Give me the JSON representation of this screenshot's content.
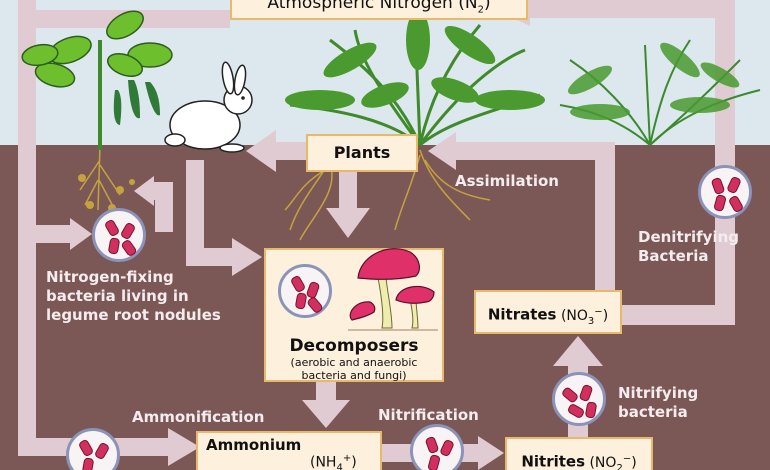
{
  "boxes": {
    "atmospheric": {
      "line1": "Atmospheric Nitrogen",
      "formula_base": "(N",
      "formula_sub": "2",
      "formula_close": ")"
    },
    "plants": "Plants",
    "decomposers": {
      "title": "Decomposers",
      "note_line1": "(aerobic and anaerobic",
      "note_line2": "bacteria and fungi)"
    },
    "ammonium": {
      "name": "Ammonium",
      "formula_base": "(NH",
      "formula_sub": "4",
      "formula_sup": "+",
      "formula_close": ")"
    },
    "nitrates": {
      "name": "Nitrates",
      "formula_base": "(NO",
      "formula_sub": "3",
      "formula_sup": "−",
      "formula_close": ")"
    },
    "nitrites": {
      "name": "Nitrites",
      "formula_base": "(NO",
      "formula_sub": "2",
      "formula_sup": "−",
      "formula_close": ")"
    }
  },
  "labels": {
    "assimilation": "Assimilation",
    "denitrifying_line1": "Denitrifying",
    "denitrifying_line2": "Bacteria",
    "fixing_line1": "Nitrogen-fixing",
    "fixing_line2": "bacteria living in",
    "fixing_line3": "legume root nodules",
    "ammonification": "Ammonification",
    "nitrification": "Nitrification",
    "nitrifying_line1": "Nitrifying",
    "nitrifying_line2": "bacteria"
  },
  "colors": {
    "sky": "#dde7ee",
    "soil": "#7b5856",
    "arrow": "#e1cbd3",
    "box_fill": "#fdf0dc",
    "box_border": "#e8b96a",
    "bacteria_cell": "#d1305e",
    "mushroom_cap": "#e0306a",
    "plant_green": "#3f8a2a"
  },
  "icons": [
    "bean-plant-icon",
    "rabbit-icon",
    "fern-plant-icon",
    "grass-plant-icon",
    "mushroom-icon",
    "bacteria-icon"
  ]
}
